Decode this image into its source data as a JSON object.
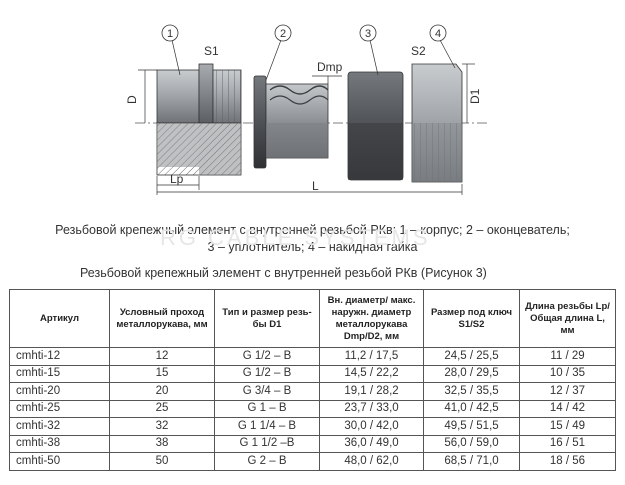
{
  "figure": {
    "callouts": [
      "1",
      "2",
      "3",
      "4"
    ],
    "labels": {
      "s1": "S1",
      "s2": "S2",
      "dmp": "Dmp",
      "d": "D",
      "d1": "D1",
      "lp": "Lp",
      "l": "L"
    },
    "colors": {
      "body": "#9a9ea2",
      "dark_nut": "#4a4d50",
      "seal": "#3b3d40",
      "line": "#333333"
    }
  },
  "caption": {
    "line1": "Резьбовой крепежный элемент с внутренней резьбой РКв: 1 – корпус; 2 – оконцеватель;",
    "line2": "3 – уплотнитель; 4 – накидная гайка"
  },
  "watermark": "RG CABLE SYSTEMS",
  "subtitle": "Резьбовой крепежный элемент с внутренней резьбой РКв (Рисунок 3)",
  "table": {
    "headers": [
      "Артикул",
      "Условный проход металлорукава, мм",
      "Тип и размер резь-бы D1",
      "Вн. диаметр/ макс. наружн. диаметр металлорукава Dmp/D2, мм",
      "Размер под ключ S1/S2",
      "Длина резьбы Lp/ Общая длина L, мм"
    ],
    "rows": [
      [
        "cmhti-12",
        "12",
        "G 1/2 – B",
        "11,2 / 17,5",
        "24,5 / 25,5",
        "11 / 29"
      ],
      [
        "cmhti-15",
        "15",
        "G 1/2 – B",
        "14,5 / 22,2",
        "28,0 / 29,5",
        "10 / 35"
      ],
      [
        "cmhti-20",
        "20",
        "G 3/4 – B",
        "19,1 / 28,2",
        "32,5 / 35,5",
        "12 / 37"
      ],
      [
        "cmhti-25",
        "25",
        "G 1 – B",
        "23,7 / 33,0",
        "41,0 / 42,5",
        "14 / 42"
      ],
      [
        "cmhti-32",
        "32",
        "G 1 1/4 – B",
        "30,0 / 42,0",
        "49,5 / 51,5",
        "15 / 49"
      ],
      [
        "cmhti-38",
        "38",
        "G 1 1/2 –B",
        "36,0 / 49,0",
        "56,0 / 59,0",
        "16 / 51"
      ],
      [
        "cmhti-50",
        "50",
        "G 2 – B",
        "48,0 / 62,0",
        "68,5 / 71,0",
        "18 / 56"
      ]
    ]
  }
}
